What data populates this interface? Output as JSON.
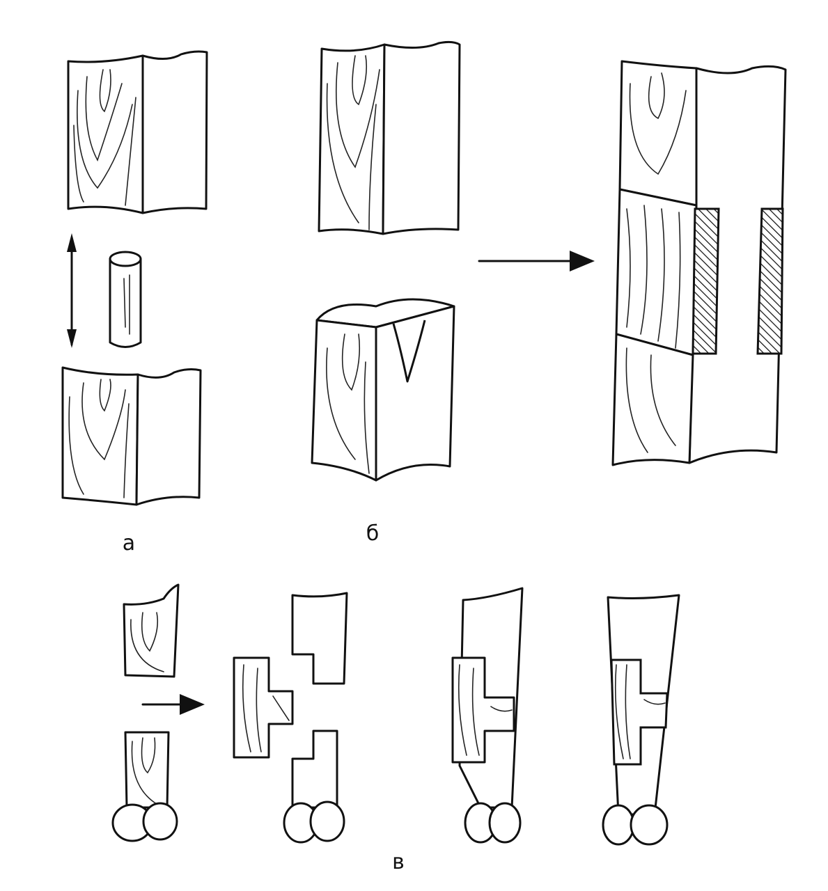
{
  "figure": {
    "labels": {
      "a": "а",
      "b": "б",
      "v": "в"
    },
    "colors": {
      "ink": "#111111",
      "paper": "#ffffff"
    }
  }
}
